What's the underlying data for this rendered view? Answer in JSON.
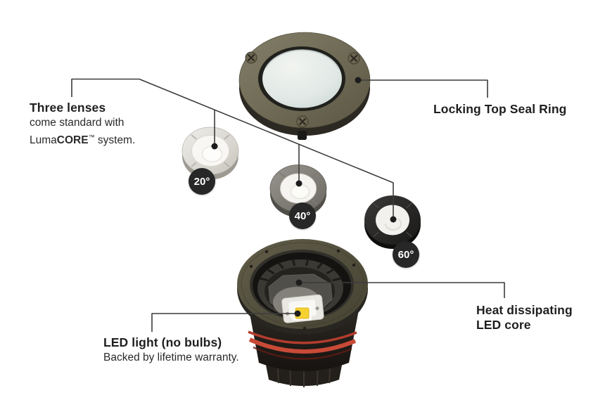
{
  "diagram_title": "LumaCORE in-ground LED well light exploded diagram",
  "colors": {
    "background": "#ffffff",
    "text": "#1f1f1f",
    "callout_line": "#3c3c3c",
    "callout_dot": "#1d1d1d",
    "badge_bg": "#272727",
    "badge_text": "#ffffff",
    "seal_ring_olive": "#6e6954",
    "fixture_rim_olive": "#55513e",
    "fixture_red_band": "#c84a37",
    "led_chip_yellow": "#f6d231",
    "glass": "#dde6e3"
  },
  "callouts": {
    "three_lenses": {
      "title": "Three lenses",
      "line1": "come standard with",
      "brand_prefix": "Luma",
      "brand_bold": "CORE",
      "trademark": "™",
      "brand_suffix": " system."
    },
    "locking_ring": {
      "label": "Locking Top Seal Ring"
    },
    "heat_core": {
      "line1": "Heat dissipating",
      "line2": "LED core"
    },
    "led_light": {
      "title": "LED light (no bulbs)",
      "subtitle": "Backed by lifetime warranty."
    }
  },
  "lenses": [
    {
      "id": "lens-20",
      "beam_angle": "20°"
    },
    {
      "id": "lens-40",
      "beam_angle": "40°"
    },
    {
      "id": "lens-60",
      "beam_angle": "60°"
    }
  ]
}
